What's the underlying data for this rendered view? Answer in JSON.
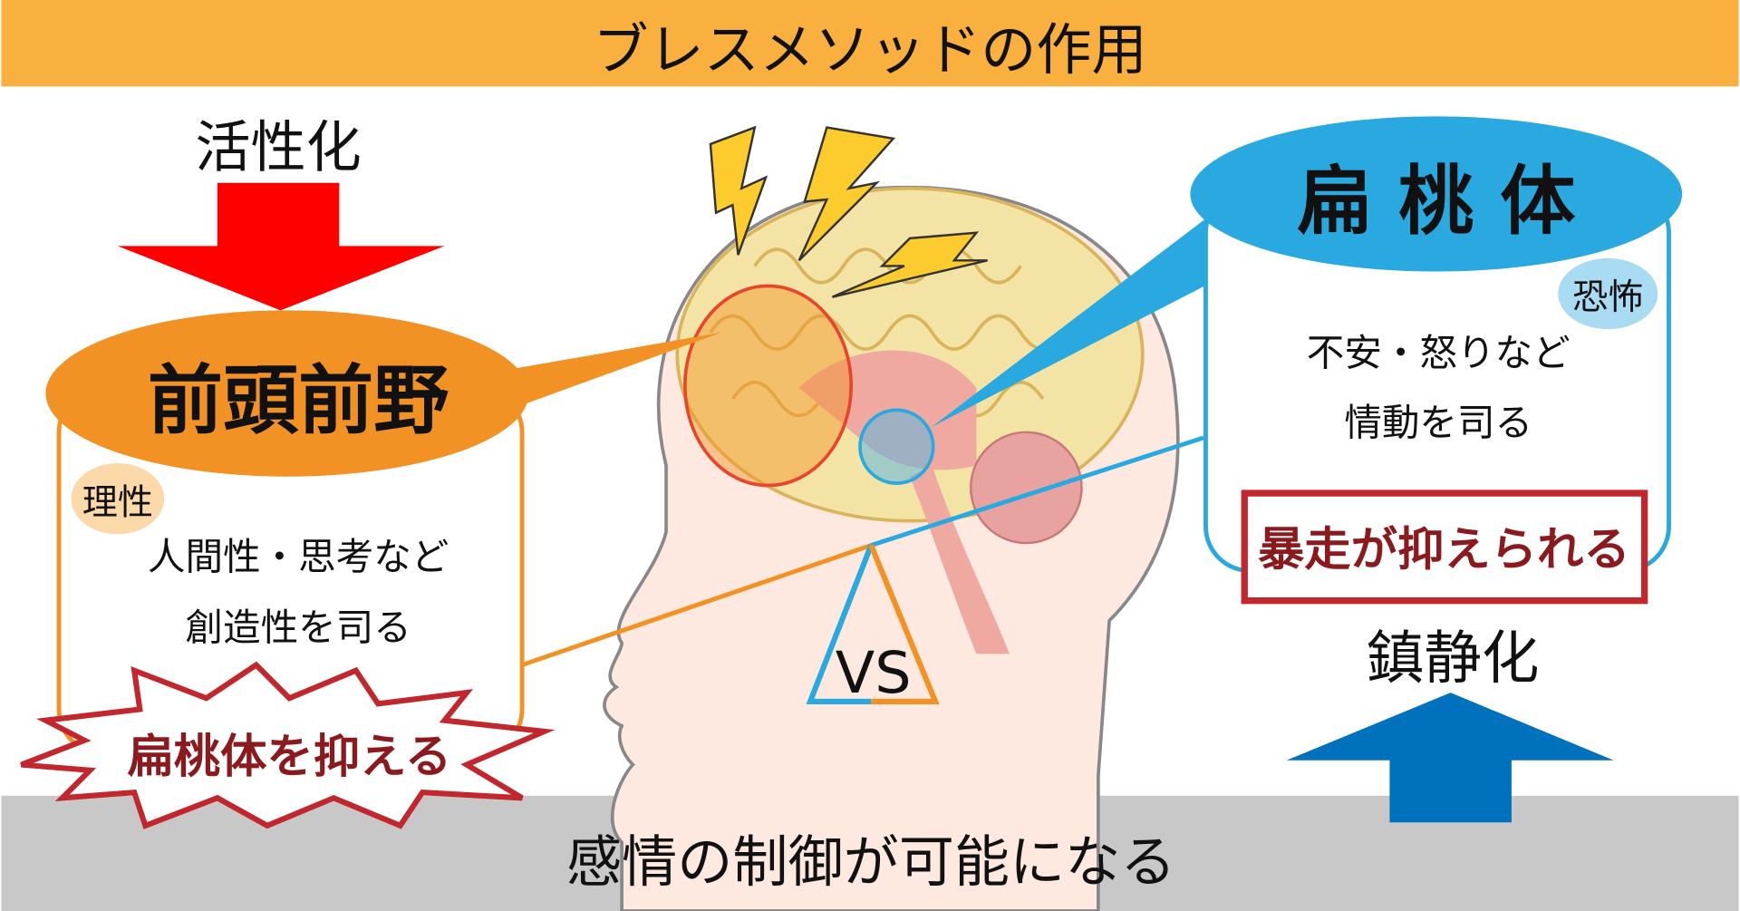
{
  "title": "ブレスメソッドの作用",
  "left": {
    "activation_label": "活性化",
    "region_name": "前頭前野",
    "badge": "理性",
    "desc_line1": "人間性・思考など",
    "desc_line2": "創造性を司る",
    "burst_label": "扁桃体を抑える"
  },
  "right": {
    "region_name": "扁 桃 体",
    "badge": "恐怖",
    "desc_line1": "不安・怒りなど",
    "desc_line2": "情動を司る",
    "result_label": "暴走が抑えられる",
    "calming_label": "鎮静化"
  },
  "center": {
    "vs_label": "VS"
  },
  "footer": "感情の制御が可能になる",
  "colors": {
    "header": "#F9B03F",
    "orange": "#F39224",
    "blue": "#29A9E0",
    "red_arrow": "#FF0000",
    "blue_arrow": "#0071BC",
    "dark_red": "#C1272D",
    "footer": "#C8C8C8"
  }
}
